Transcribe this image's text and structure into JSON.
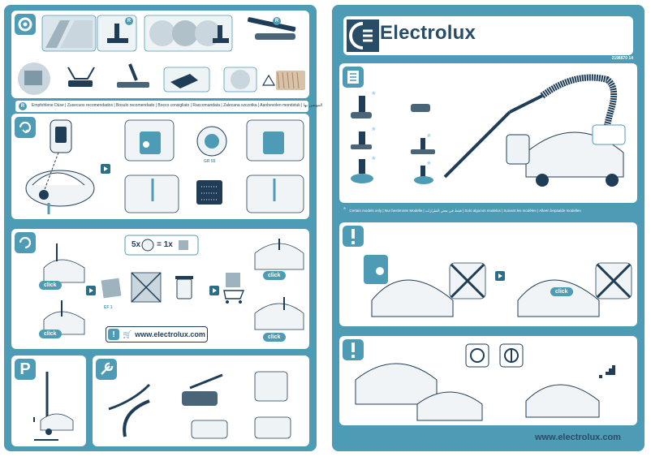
{
  "brand": {
    "name": "Electrolux",
    "part_number": "2198870 14",
    "website_footer": "www.electrolux.com"
  },
  "colors": {
    "accent": "#4d9bb5",
    "dark": "#1f3d57",
    "background": "#ffffff"
  },
  "left_sheet": {
    "accessories_panel": {
      "badge_letter_1": "R",
      "badge_letter_2": "R"
    },
    "languages_ribbon": {
      "badge_letter": "R",
      "text": "Empfohlene Düse | Zusecuos recomendados | Bosulo recomendado | Bocco consigliato | Raccomandata | Zalecana szczotka | Aanbevolen mondstuk | الموصى بها"
    },
    "bag_change_panel": {
      "bag_label": "GR 55"
    },
    "filter_panel": {
      "click_1": "click",
      "click_2": "click",
      "click_3": "click",
      "click_4": "click",
      "filter_label": "EF 1",
      "ratio_left": "5x",
      "ratio_eq": "= 1x",
      "url": "www.electrolux.com"
    },
    "park_panel": {
      "badge_letter": "P"
    }
  },
  "right_sheet": {
    "footnote": "Certain models only | Nur bestimmte Modelle | فقط في بعض الطرازات | Solo algunos modelos | Suivant les modèles | Alleen bepaalde modellen",
    "click_1": "click",
    "warning_symbol": "!"
  },
  "icons": [
    "gear-icon",
    "refresh-icon",
    "park-icon",
    "wrench-icon",
    "checklist-icon",
    "warning-icon",
    "cart-icon",
    "electrolux-logo-icon"
  ]
}
